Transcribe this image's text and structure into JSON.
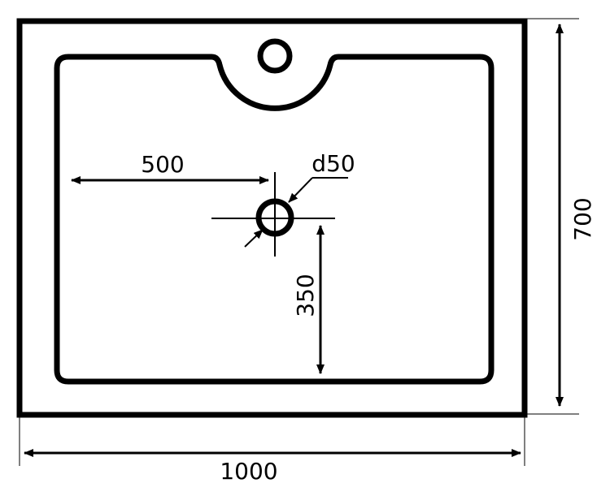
{
  "colors": {
    "ink": "#000000",
    "paper": "#ffffff"
  },
  "dimensions": {
    "overall_width": "1000",
    "overall_depth": "700",
    "drain_offset_x": "500",
    "drain_offset_y": "350",
    "drain_diameter": "d50"
  }
}
